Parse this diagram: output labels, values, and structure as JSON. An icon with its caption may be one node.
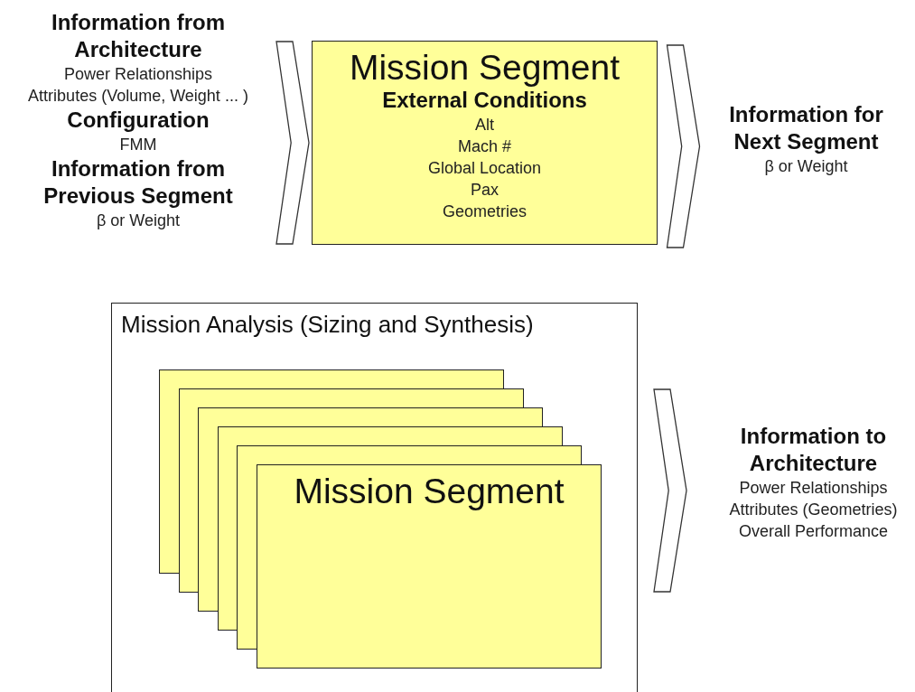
{
  "diagram": {
    "nodes": [
      {
        "text": [
          "Information from Architecture",
          "Power Relationships",
          "Attributes (Volume, Weight ... )",
          "Configuration",
          "FMM",
          "Information from Previous Segment",
          "β or Weight"
        ]
      },
      {
        "text": [
          "Mission Segment",
          "External Conditions",
          "Alt",
          "Mach #",
          "Global Location",
          "Pax",
          "Geometries"
        ]
      },
      {
        "text": [
          "Information for Next Segment",
          "β or Weight"
        ]
      },
      {
        "text": [
          "Mission Analysis (Sizing and Synthesis)"
        ]
      },
      {
        "text": [],
        "shape": "box",
        "in": 3
      },
      {
        "text": [],
        "shape": "box",
        "in": 3
      },
      {
        "text": [],
        "shape": "box",
        "in": 3
      },
      {
        "text": [],
        "shape": "box",
        "in": 3
      },
      {
        "text": [],
        "shape": "box",
        "in": 3
      },
      {
        "text": [
          "Mission Segment"
        ],
        "in": 3
      },
      {
        "text": [
          "Information to Architecture",
          "Power Relationships",
          "Attributes (Geometries)",
          "Overall Performance"
        ]
      }
    ],
    "edges": [
      {
        "from": 0,
        "to": 1,
        "arrow": "to"
      },
      {
        "from": 1,
        "to": 2,
        "arrow": "to"
      },
      {
        "from": 3,
        "to": 10,
        "arrow": "to"
      }
    ]
  }
}
